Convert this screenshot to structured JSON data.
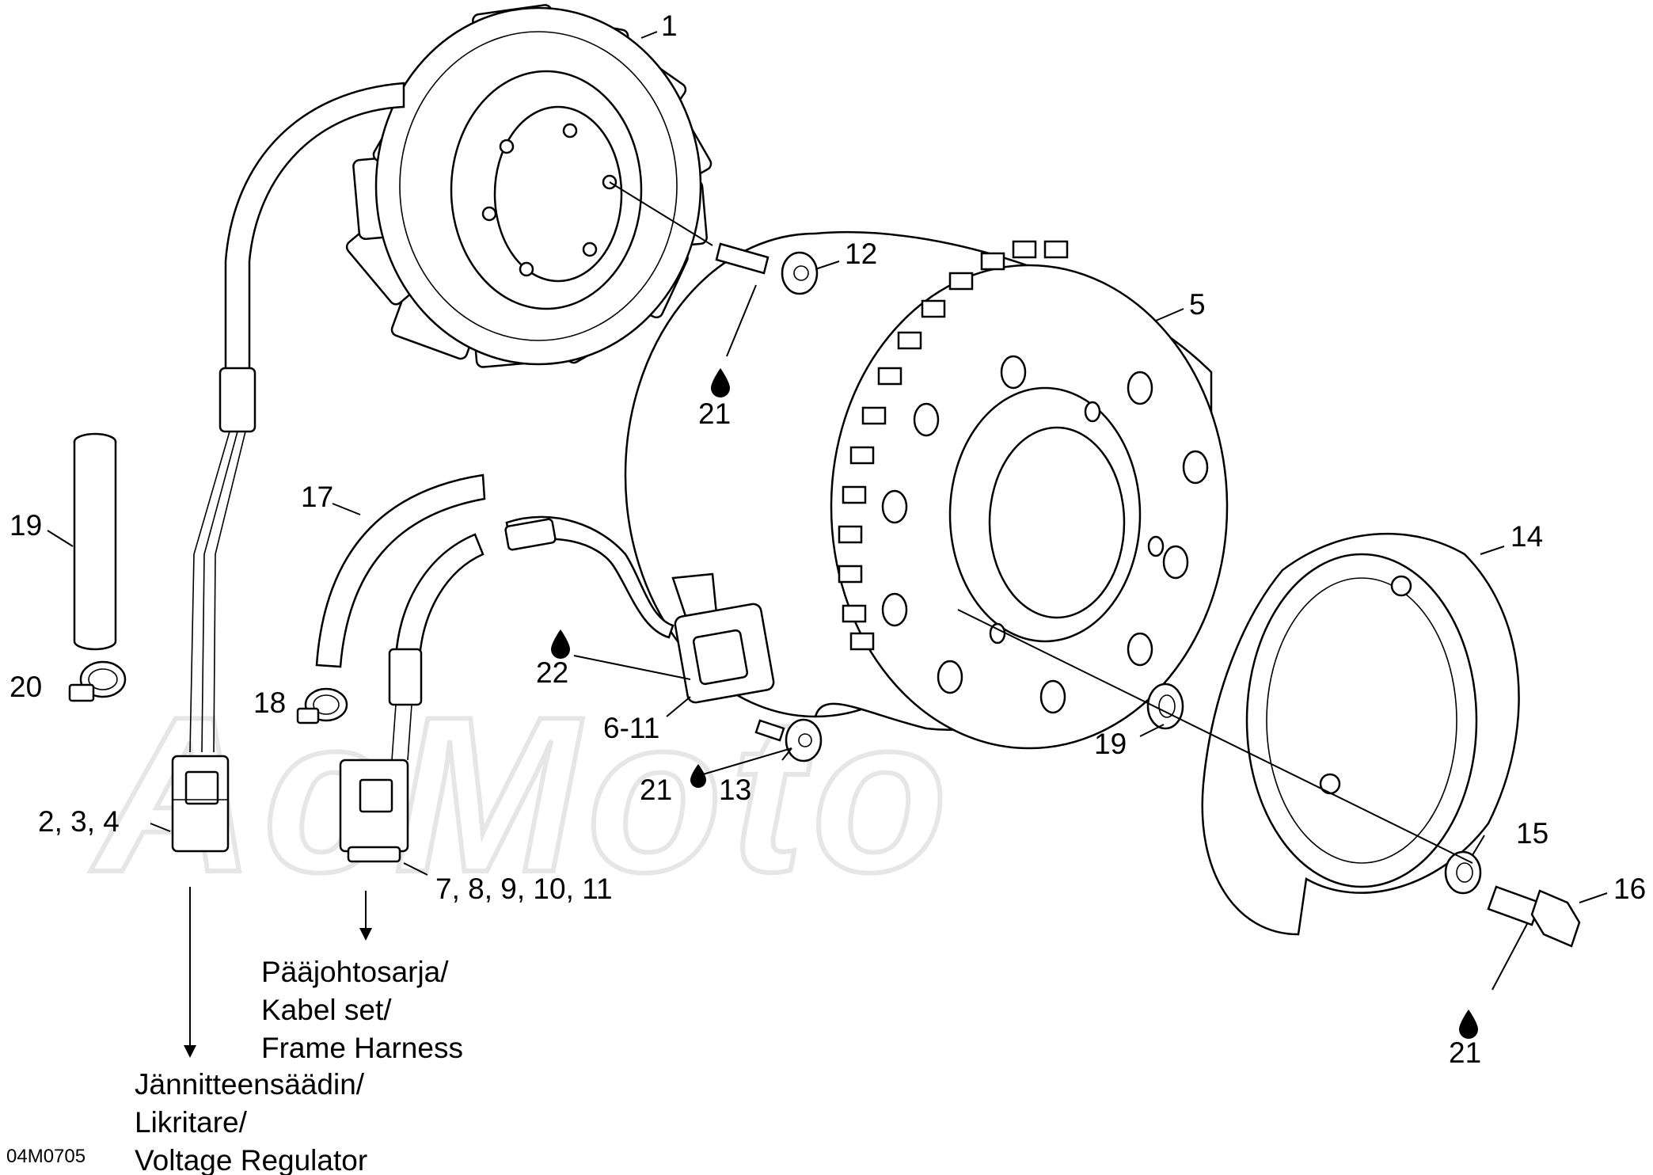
{
  "callouts": {
    "c1": "1",
    "c12": "12",
    "c5": "5",
    "c21a": "21",
    "c19a": "19",
    "c17": "17",
    "c20": "20",
    "c18": "18",
    "c22": "22",
    "c611": "6-11",
    "c21b": "21",
    "c13": "13",
    "c234": "2, 3, 4",
    "c7_11": "7, 8, 9, 10, 11",
    "c14": "14",
    "c19b": "19",
    "c15": "15",
    "c16": "16",
    "c21c": "21"
  },
  "notes": {
    "harness_line1": "Pääjohtosarja/",
    "harness_line2": "Kabel set/",
    "harness_line3": "Frame Harness",
    "regulator_line1": "Jännitteensäädin/",
    "regulator_line2": "Likritare/",
    "regulator_line3": "Voltage Regulator"
  },
  "figure_code": "04M0705",
  "watermark": "AcMoto",
  "icons": [
    "oil-drop-icon"
  ]
}
